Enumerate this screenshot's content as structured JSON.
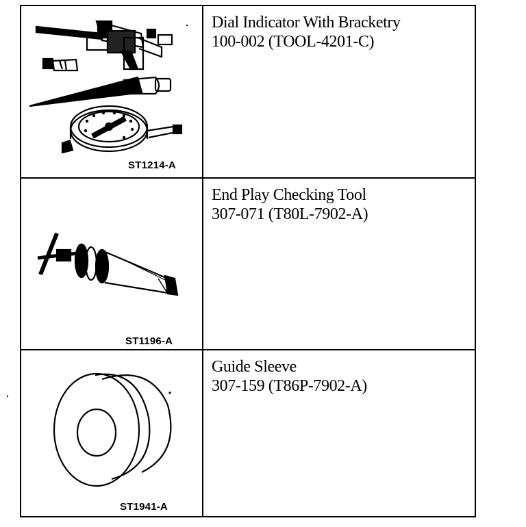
{
  "tools": [
    {
      "name": "Dial Indicator With Bracketry",
      "number": "100-002 (TOOL-4201-C)",
      "figure_label": "ST1214-A",
      "icon": "dial-indicator-icon"
    },
    {
      "name": "End Play Checking Tool",
      "number": "307-071 (T80L-7902-A)",
      "figure_label": "ST1196-A",
      "icon": "end-play-checking-tool-icon"
    },
    {
      "name": "Guide Sleeve",
      "number": "307-159 (T86P-7902-A)",
      "figure_label": "ST1941-A",
      "icon": "guide-sleeve-icon"
    }
  ]
}
